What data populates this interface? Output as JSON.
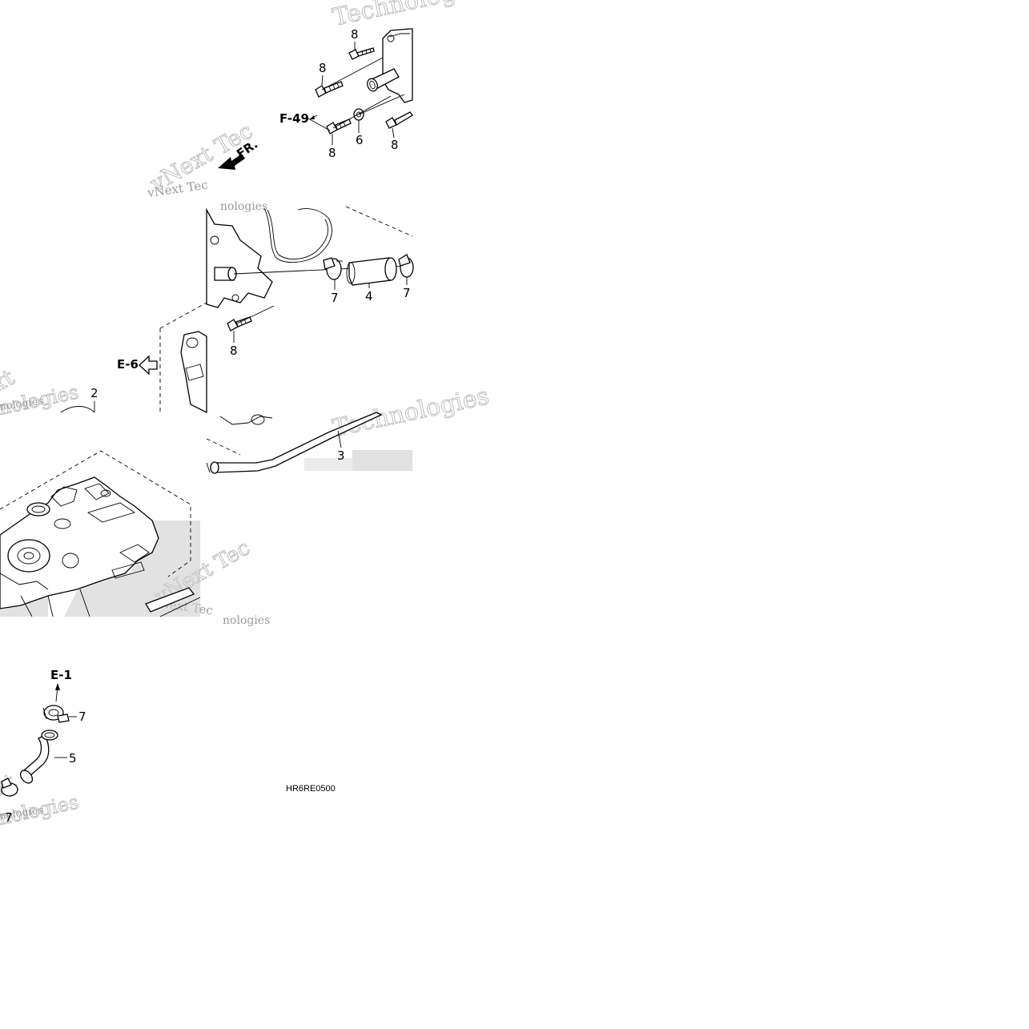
{
  "diagram_code": "HR6RE0500",
  "direction_marker": "FR.",
  "watermarks": {
    "technologies": "Technologies",
    "vnext_tec": "vNext Tec",
    "vnext_technologies": "vNext Technologies",
    "nologies": "nologies",
    "xt": "xt"
  },
  "ref_labels": {
    "f49": "F-49",
    "e6": "E-6",
    "e1": "E-1"
  },
  "callouts": {
    "c1": "8",
    "c2": "8",
    "c3": "8",
    "c4": "6",
    "c5": "8",
    "c6": "7",
    "c7": "4",
    "c8": "7",
    "c9": "8",
    "c10": "2",
    "c11": "3",
    "c12": "7",
    "c13": "5",
    "c14": "7"
  }
}
